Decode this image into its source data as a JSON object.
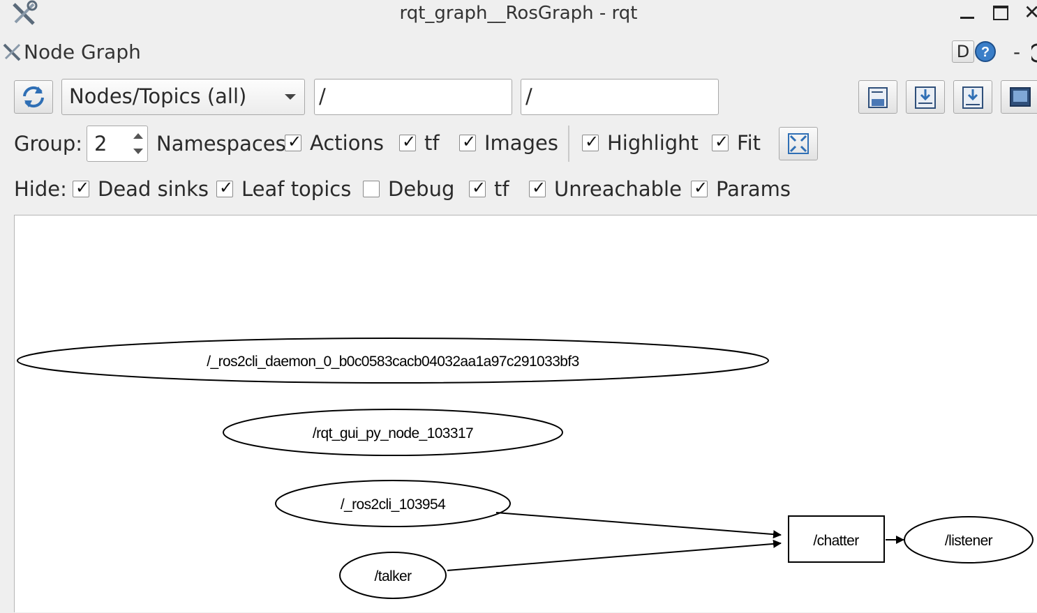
{
  "window": {
    "title": "rqt_graph__RosGraph - rqt",
    "minimize_icon": "minimize-icon",
    "maximize_icon": "maximize-icon",
    "close_icon": "close-icon"
  },
  "plugin": {
    "title": "Node Graph",
    "dock_button_label": "D",
    "help_icon": "help-icon",
    "minimize_label": "-"
  },
  "toolbar": {
    "refresh_icon": "refresh-icon",
    "graph_type": "Nodes/Topics (all)",
    "node_filter": "/",
    "topic_filter": "/",
    "buttons": [
      "load-dot-icon",
      "save-dot-icon",
      "save-svg-icon",
      "save-image-icon"
    ]
  },
  "options_row": {
    "group_label": "Group:",
    "group_value": "2",
    "namespaces_label": "Namespaces",
    "checks": [
      {
        "label": "Actions",
        "checked": true
      },
      {
        "label": "tf",
        "checked": true
      },
      {
        "label": "Images",
        "checked": true
      }
    ],
    "highlight": {
      "label": "Highlight",
      "checked": true
    },
    "fit": {
      "label": "Fit",
      "checked": true
    },
    "fit_view_icon": "fit-view-icon"
  },
  "hide_row": {
    "label": "Hide:",
    "checks": [
      {
        "label": "Dead sinks",
        "checked": true
      },
      {
        "label": "Leaf topics",
        "checked": true
      },
      {
        "label": "Debug",
        "checked": false
      },
      {
        "label": "tf",
        "checked": true
      },
      {
        "label": "Unreachable",
        "checked": true
      },
      {
        "label": "Params",
        "checked": true
      }
    ]
  },
  "graph": {
    "nodes": [
      {
        "id": "daemon",
        "label": "/_ros2cli_daemon_0_b0c0583cacb04032aa1a97c291033bf3",
        "shape": "ellipse"
      },
      {
        "id": "rqtgui",
        "label": "/rqt_gui_py_node_103317",
        "shape": "ellipse"
      },
      {
        "id": "ros2cli",
        "label": "/_ros2cli_103954",
        "shape": "ellipse"
      },
      {
        "id": "talker",
        "label": "/talker",
        "shape": "ellipse"
      },
      {
        "id": "chatter",
        "label": "/chatter",
        "shape": "box"
      },
      {
        "id": "listener",
        "label": "/listener",
        "shape": "ellipse"
      }
    ],
    "edges": [
      {
        "from": "ros2cli",
        "to": "chatter"
      },
      {
        "from": "talker",
        "to": "chatter"
      },
      {
        "from": "chatter",
        "to": "listener"
      }
    ]
  }
}
